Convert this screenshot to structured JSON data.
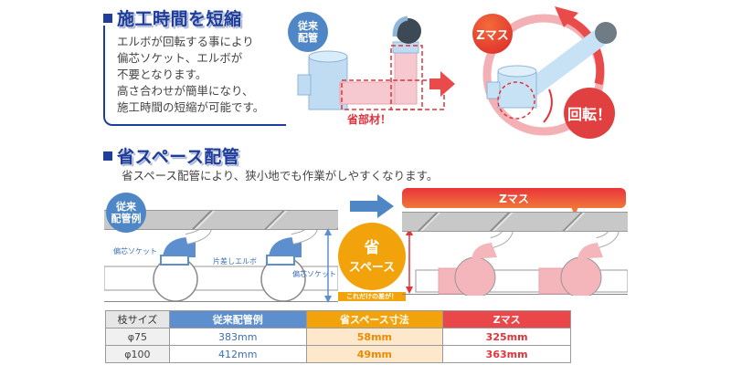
{
  "section1": {
    "title": "施工時間を短縮",
    "description_lines": [
      "エルボが回転する事により",
      "偏芯ソケット、エルボが",
      "不要となります。",
      "高さ合わせが簡単になり、",
      "施工時間の短縮が可能です。"
    ],
    "conventional_badge": [
      "従来",
      "配管"
    ],
    "saved_material_label": "省部材！",
    "zmasu_badge": "Zマス",
    "rotate_badge": "回転！"
  },
  "section2": {
    "title": "省スペース配管",
    "description": "省スペース配管により、狭小地でも作業がしやすくなります。",
    "conventional_example_badge": [
      "従来",
      "配管例"
    ],
    "labels": {
      "eccentric_socket_left": "偏芯ソケット",
      "single_elbow": "片差しエルボ",
      "eccentric_socket_right": "偏芯ソケット"
    },
    "space_saving_badge": [
      "省",
      "スペース"
    ],
    "difference_label": "これだけの差が！",
    "zmasu_banner": "Zマス"
  },
  "table": {
    "headers": [
      "枝サイズ",
      "従来配管例",
      "省スペース寸法",
      "Zマス"
    ],
    "rows": [
      [
        "φ75",
        "383mm",
        "58mm",
        "325mm"
      ],
      [
        "φ100",
        "412mm",
        "49mm",
        "363mm"
      ]
    ]
  },
  "colors": {
    "heading_blue": "#1f3d9a",
    "conventional_blue": "#5d8fce",
    "space_orange": "#f2a30b",
    "zmasu_red": "#e9474a"
  }
}
